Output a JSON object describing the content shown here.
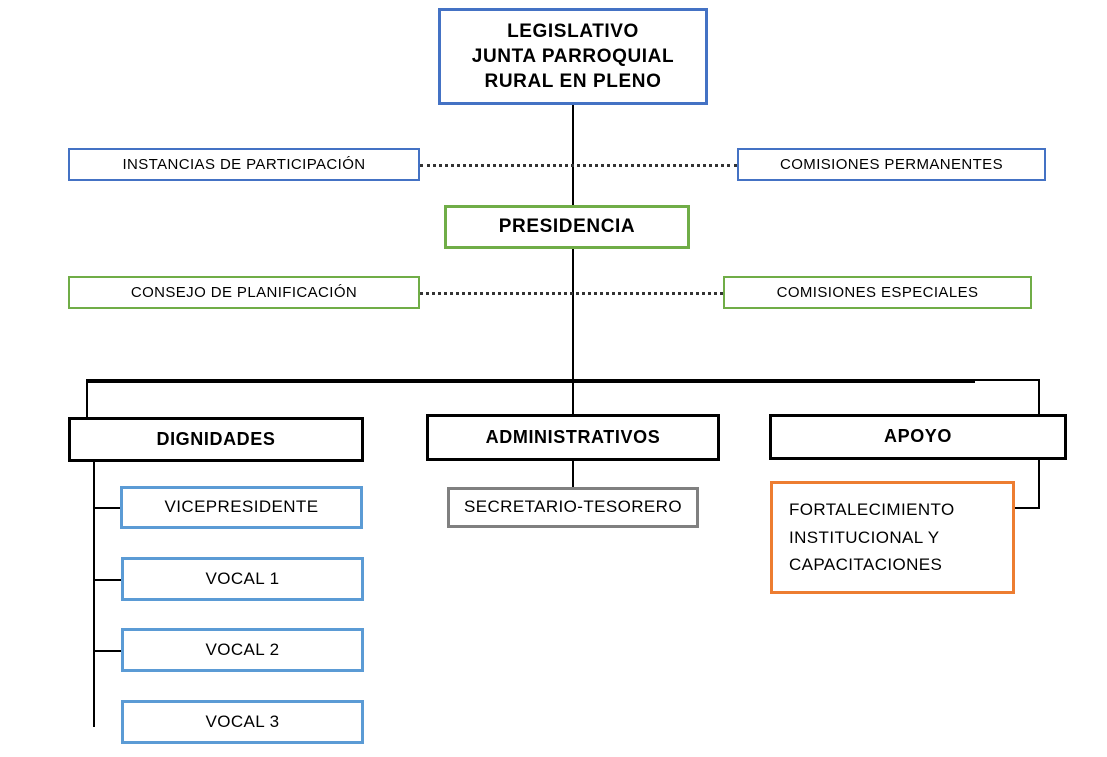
{
  "diagram": {
    "title": "Organigrama Junta Parroquial Rural",
    "type": "organizational-chart",
    "colors": {
      "blue_dark": "#4472c4",
      "blue_light": "#5b9bd5",
      "green": "#70ad47",
      "orange": "#ed7d31",
      "gray": "#808080",
      "black": "#000000",
      "background": "#ffffff"
    },
    "nodes": {
      "legislativo": {
        "label": "LEGISLATIVO\nJUNTA PARROQUIAL\nRURAL EN PLENO",
        "border_color": "#4472c4",
        "level": "legislativo"
      },
      "instancias_participacion": {
        "label": "INSTANCIAS  DE PARTICIPACIÓN",
        "border_color": "#4472c4",
        "level": "participacion"
      },
      "comisiones_permanentes": {
        "label": "COMISIONES  PERMANENTES",
        "border_color": "#4472c4",
        "level": "participacion"
      },
      "presidencia": {
        "label": "PRESIDENCIA",
        "border_color": "#70ad47",
        "level": "ejecutivo"
      },
      "consejo_planificacion": {
        "label": "CONSEJO DE PLANIFICACIÓN",
        "border_color": "#70ad47",
        "level": "planificacion"
      },
      "comisiones_especiales": {
        "label": "COMISIONES  ESPECIALES",
        "border_color": "#70ad47",
        "level": "planificacion"
      },
      "dignidades": {
        "label": "DIGNIDADES",
        "border_color": "#000000",
        "level": "area"
      },
      "administrativos": {
        "label": "ADMINISTRATIVOS",
        "border_color": "#000000",
        "level": "area"
      },
      "apoyo": {
        "label": "APOYO",
        "border_color": "#000000",
        "level": "area"
      },
      "vicepresidente": {
        "label": "VICEPRESIDENTE",
        "border_color": "#5b9bd5",
        "level": "cargo"
      },
      "vocal_1": {
        "label": "VOCAL 1",
        "border_color": "#5b9bd5",
        "level": "cargo"
      },
      "vocal_2": {
        "label": "VOCAL 2",
        "border_color": "#5b9bd5",
        "level": "cargo"
      },
      "vocal_3": {
        "label": "VOCAL 3",
        "border_color": "#5b9bd5",
        "level": "cargo"
      },
      "secretario_tesorero": {
        "label": "SECRETARIO-TESORERO",
        "border_color": "#808080",
        "level": "cargo"
      },
      "fortalecimiento": {
        "label": "FORTALECIMIENTO\nINSTITUCIONAL   Y\nCAPACITACIONES",
        "border_color": "#ed7d31",
        "level": "cargo"
      }
    }
  }
}
